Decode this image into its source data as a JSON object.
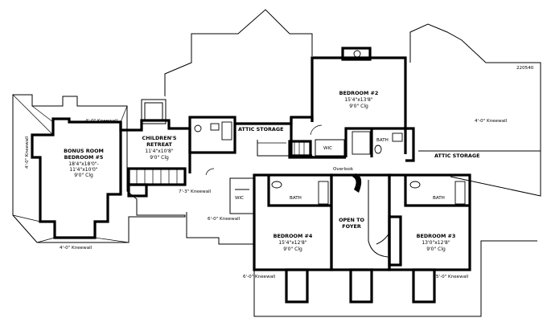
{
  "plan_number": "220540",
  "rooms": {
    "bedroom2": {
      "name": "BEDROOM #2",
      "dims": "15'4\"x13'8\"",
      "clg": "9'0\" Clg"
    },
    "bonus": {
      "line1": "BONUS ROOM",
      "line2": "BEDROOM #5",
      "dims1": "18'4\"x18'0\"-",
      "dims2": "11'4\"x10'0\"",
      "clg": "9'0\" Clg"
    },
    "childrens": {
      "line1": "CHILDREN'S",
      "line2": "RETREAT",
      "dims": "11'4\"x10'8\"",
      "clg": "9'0\" Clg"
    },
    "bedroom4": {
      "name": "BEDROOM #4",
      "dims": "15'4\"x12'8\"",
      "clg": "9'0\" Clg"
    },
    "bedroom3": {
      "name": "BEDROOM #3",
      "dims": "13'0\"x12'8\"",
      "clg": "9'0\" Clg"
    },
    "foyer": {
      "line1": "OPEN TO",
      "line2": "FOYER"
    }
  },
  "labels": {
    "attic_storage_1": "ATTIC STORAGE",
    "attic_storage_2": "ATTIC STORAGE",
    "bath_top": "BATH",
    "wic_top": "WIC",
    "bath_b4": "BATH",
    "wic_b4": "WIC",
    "bath_b3": "BATH",
    "overlook": "Overlook",
    "kneewall_top": "4'-0\" Kneewall",
    "kneewall_right": "4'-0\" Kneewall",
    "kneewall_left": "4'-0\" Kneewall",
    "kneewall_bonus_bottom": "4'-0\" Kneewall",
    "kneewall_mid": "7'-3\" Kneewall",
    "kneewall_wic": "6'-0\" Kneewall",
    "kneewall_bottom_left": "6'-0\" Kneewall",
    "kneewall_bottom_right": "5'-0\" Kneewall"
  }
}
